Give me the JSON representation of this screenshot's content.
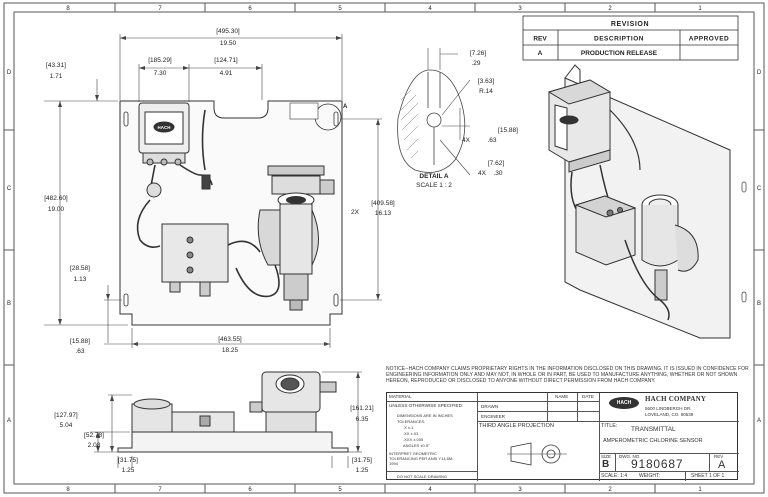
{
  "border": {
    "top_numbers": [
      "8",
      "7",
      "6",
      "5",
      "4",
      "3",
      "2",
      "1"
    ],
    "bottom_numbers": [
      "8",
      "7",
      "6",
      "5",
      "4",
      "3",
      "2",
      "1"
    ],
    "left_letters": [
      "D",
      "C",
      "B",
      "A"
    ],
    "right_letters": [
      "D",
      "C",
      "B",
      "A"
    ]
  },
  "revision": {
    "title": "REVISION",
    "headers": [
      "REV",
      "DESCRIPTION",
      "APPROVED"
    ],
    "row": {
      "rev": "A",
      "description": "PRODUCTION RELEASE",
      "approved": ""
    }
  },
  "front_view": {
    "dim_overall_width": {
      "mm": "[495.30]",
      "in": "19.50"
    },
    "dim_enclosure": {
      "mm": "[185.29]",
      "in": "7.30"
    },
    "dim_top_gap": {
      "mm": "[124.71]",
      "in": "4.91"
    },
    "dim_left_top": {
      "mm": "[43.31]",
      "in": "1.71"
    },
    "dim_height": {
      "mm": "[482.60]",
      "in": "19.00"
    },
    "dim_hole_spacing": {
      "prefix": "2X",
      "mm": "[409.58]",
      "in": "16.13"
    },
    "dim_lower_hole": {
      "mm": "[28.58]",
      "in": "1.13"
    },
    "dim_bottom_left": {
      "mm": "[15.88]",
      "in": ".63"
    },
    "dim_base_width": {
      "mm": "[463.55]",
      "in": "18.25"
    }
  },
  "detail": {
    "dim_a": {
      "mm": "[7.26]",
      "in": ".29"
    },
    "dim_b": {
      "mm": "[3.63]",
      "in": "R.14"
    },
    "dim_c": {
      "prefix": "4X",
      "mm": "[15.88]",
      "in": ".63"
    },
    "dim_d": {
      "prefix": "4X",
      "mm": "[7.62]",
      "in": ".30"
    },
    "label_line1": "DETAIL A",
    "label_line2": "SCALE 1 : 2",
    "callout": "A"
  },
  "side_view": {
    "dim_height": {
      "mm": "[161.21]",
      "in": "6.35"
    },
    "dim_left_total": {
      "mm": "[127.97]",
      "in": "5.04"
    },
    "dim_left_mid": {
      "mm": "[52.78]",
      "in": "2.08"
    },
    "dim_foot_left": {
      "mm": "[31.75]",
      "in": "1.25"
    },
    "dim_foot_right": {
      "mm": "[31.75]",
      "in": "1.25"
    }
  },
  "notice": "NOTICE--HACH COMPANY CLAIMS PROPRIETARY RIGHTS IN THE INFORMATION DISCLOSED ON THIS DRAWING. IT IS ISSUED IN CONFIDENCE FOR ENGINEERING INFORMATION ONLY AND MAY NOT, IN WHOLE OR IN PART, BE USED TO MANUFACTURE ANYTHING, WHETHER OR NOT SHOWN HEREON, REPRODUCED OR DISCLOSED TO ANYONE WITHOUT DIRECT PERMISSION FROM HACH COMPANY.",
  "title_block": {
    "material": "MATERIAL",
    "unless": "UNLESS OTHERWISE SPECIFIED:",
    "name": "NAME",
    "date": "DATE",
    "drawn": "DRAWN",
    "engineer": "ENGINEER",
    "dims_in_inches": "DIMENSIONS ARE IN INCHES",
    "tolerances": "TOLERANCES:",
    "tol_rows": [
      ".X  ±.1",
      ".XX  ±.03",
      ".XXX  ±.005",
      "ANGLES ±0.5°"
    ],
    "interpret": "INTERPRET GEOMETRIC TOLERANCING PER ANSI Y14.5M-1994",
    "do_not_scale": "DO NOT SCALE DRAWING",
    "third_angle": "THIRD ANGLE PROJECTION",
    "company": "HACH COMPANY",
    "address1": "5600 LINDBERGH DR.",
    "address2": "LOVELAND, CO. 80539",
    "logo_text": "HACH",
    "title_label": "TITLE:",
    "title_line1": "TRANSMITTAL",
    "title_line2": "AMPEROMETRIC CHLORINE SENSOR",
    "size_label": "SIZE",
    "size": "B",
    "dwg_no_label": "DWG. NO.",
    "dwg_no": "9180687",
    "rev_label": "REV",
    "rev": "A",
    "scale": "SCALE: 1:4",
    "weight": "WEIGHT:",
    "sheet": "SHEET 1 OF 1"
  },
  "logo_small": "HACH"
}
